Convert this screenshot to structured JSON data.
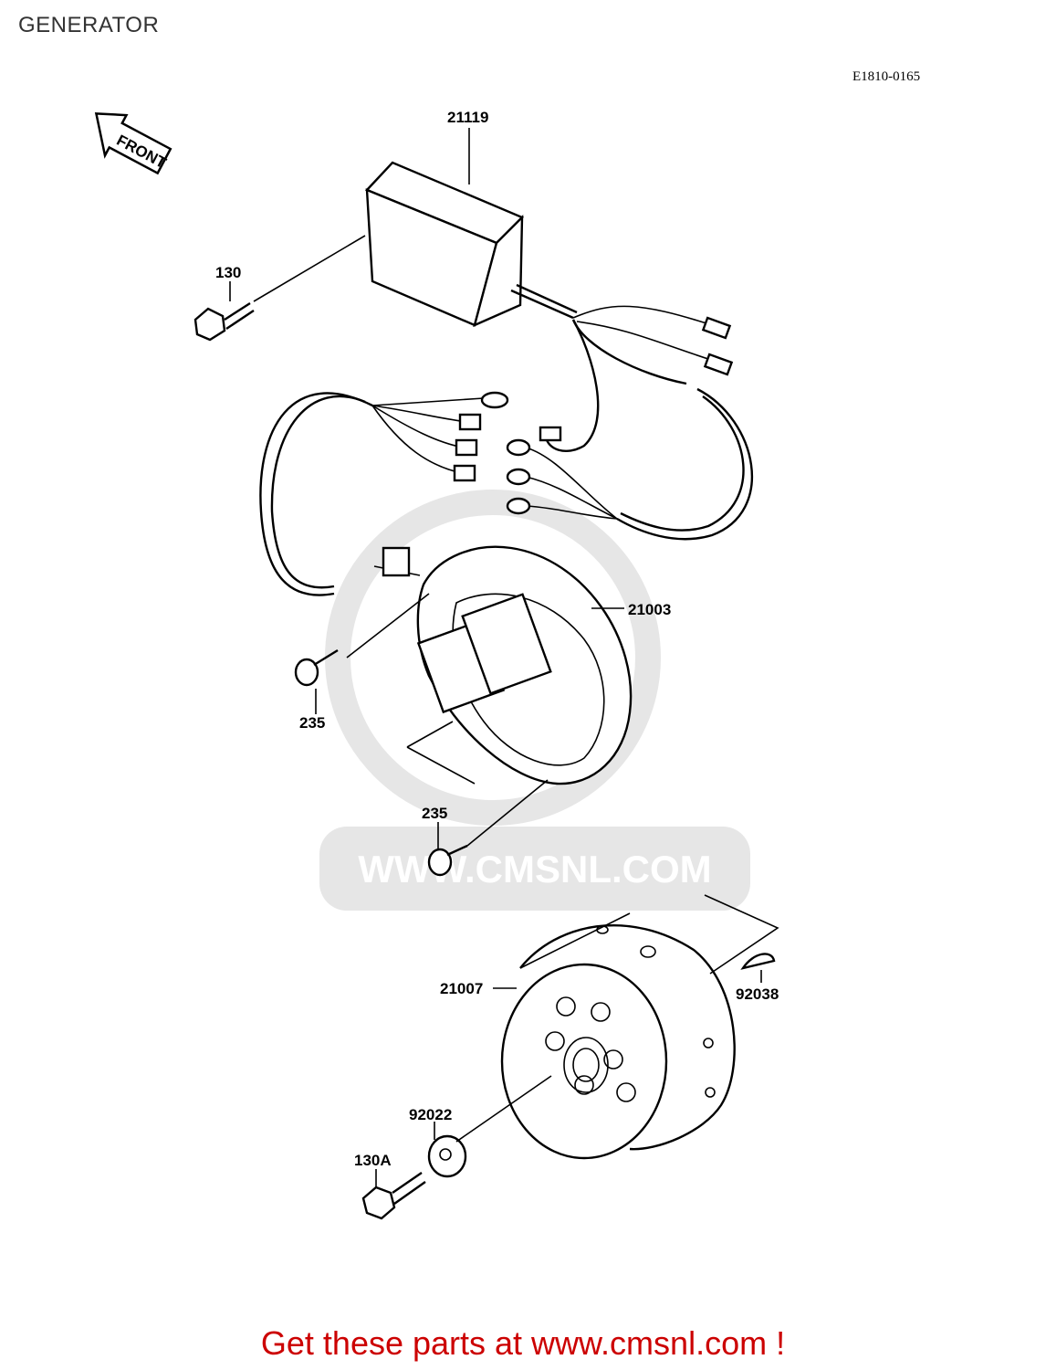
{
  "page": {
    "title": "GENERATOR",
    "diagram_code": "E1810-0165",
    "front_label": "FRONT",
    "watermark": "WWW.CMSNL.COM",
    "cta": "Get these parts at www.cmsnl.com !"
  },
  "parts": [
    {
      "id": "21119"
    },
    {
      "id": "130"
    },
    {
      "id": "21003"
    },
    {
      "id": "235"
    },
    {
      "id": "235"
    },
    {
      "id": "21007"
    },
    {
      "id": "92038"
    },
    {
      "id": "92022"
    },
    {
      "id": "130A"
    }
  ],
  "colors": {
    "title": "#333333",
    "cta": "#cc0000",
    "watermark": "#e6e6e6",
    "line": "#000000"
  }
}
